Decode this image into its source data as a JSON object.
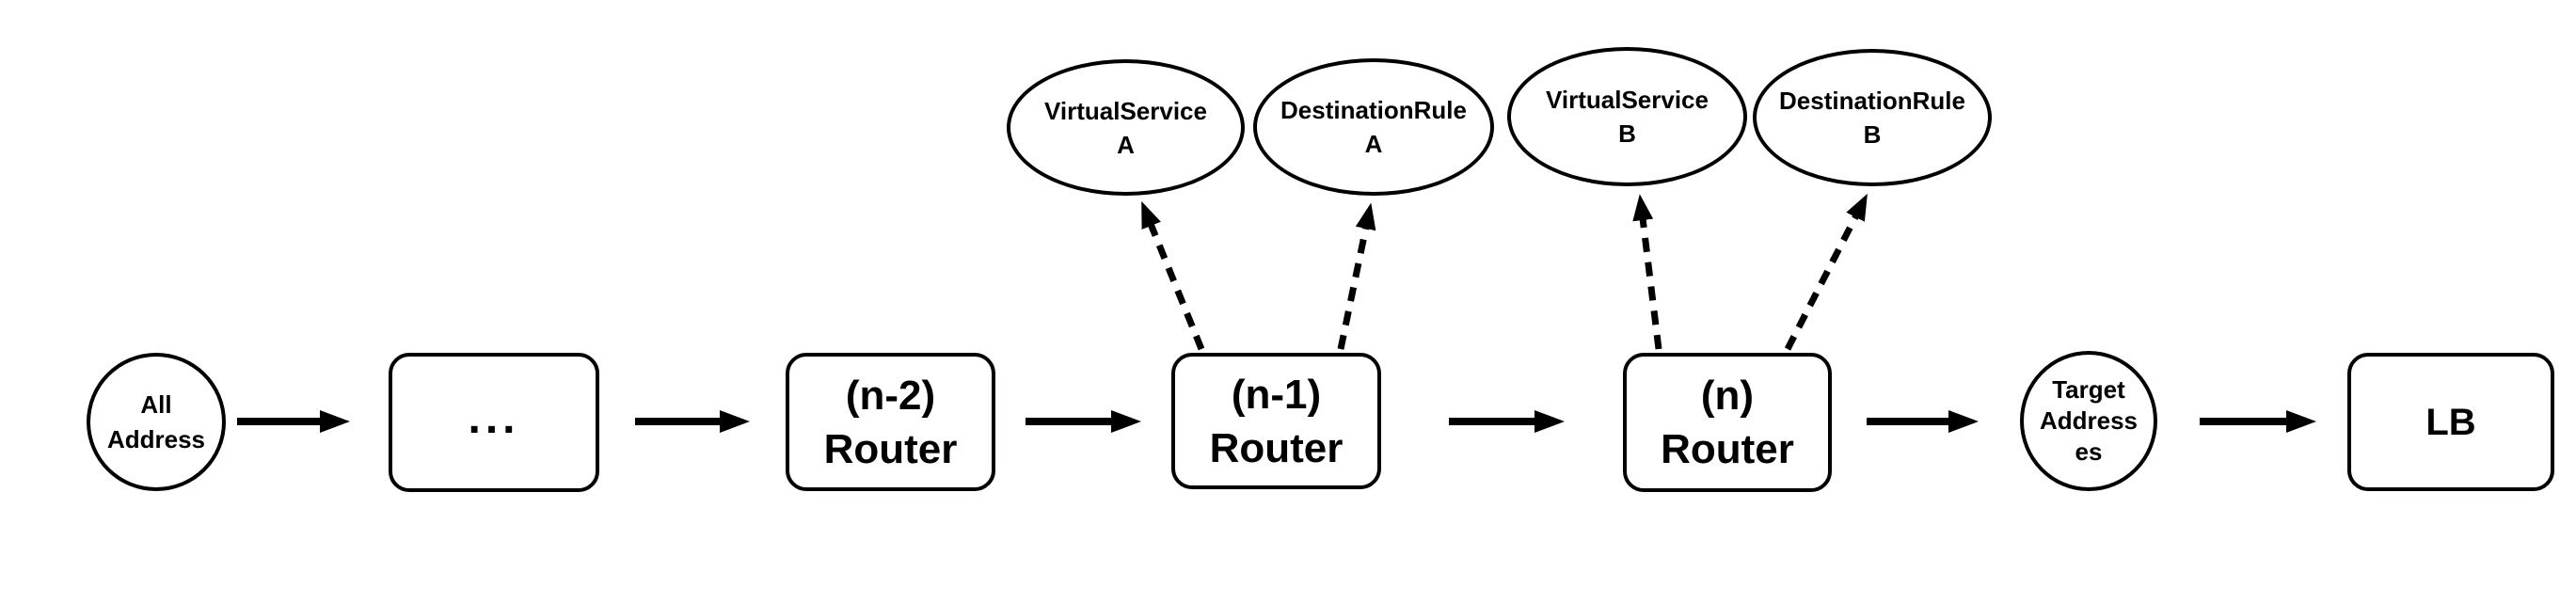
{
  "diagram": {
    "background": "#ffffff",
    "stroke_color": "#000000",
    "shape_fill": "#ffffff",
    "nodes": {
      "all_address": {
        "label": "All\nAddress",
        "shape": "circle"
      },
      "ellipsis": {
        "label": "...",
        "shape": "rounded-rect"
      },
      "router_n2": {
        "label": "(n-2)\nRouter",
        "shape": "rounded-rect"
      },
      "router_n1": {
        "label": "(n-1)\nRouter",
        "shape": "rounded-rect"
      },
      "router_n": {
        "label": "(n)\nRouter",
        "shape": "rounded-rect"
      },
      "target_addresses": {
        "label": "Target\nAddress\nes",
        "shape": "circle"
      },
      "lb": {
        "label": "LB",
        "shape": "rounded-rect"
      },
      "virtual_service_a": {
        "label": "VirtualService\nA",
        "shape": "ellipse"
      },
      "destination_rule_a": {
        "label": "DestinationRule\nA",
        "shape": "ellipse"
      },
      "virtual_service_b": {
        "label": "VirtualService\nB",
        "shape": "ellipse"
      },
      "destination_rule_b": {
        "label": "DestinationRule\nB",
        "shape": "ellipse"
      }
    },
    "edges": [
      {
        "from": "all_address",
        "to": "ellipsis",
        "style": "solid"
      },
      {
        "from": "ellipsis",
        "to": "router_n2",
        "style": "solid"
      },
      {
        "from": "router_n2",
        "to": "router_n1",
        "style": "solid"
      },
      {
        "from": "router_n1",
        "to": "router_n",
        "style": "solid"
      },
      {
        "from": "router_n",
        "to": "target_addresses",
        "style": "solid"
      },
      {
        "from": "target_addresses",
        "to": "lb",
        "style": "solid"
      },
      {
        "from": "router_n1",
        "to": "virtual_service_a",
        "style": "dashed"
      },
      {
        "from": "router_n1",
        "to": "destination_rule_a",
        "style": "dashed"
      },
      {
        "from": "router_n",
        "to": "virtual_service_b",
        "style": "dashed"
      },
      {
        "from": "router_n",
        "to": "destination_rule_b",
        "style": "dashed"
      }
    ]
  }
}
